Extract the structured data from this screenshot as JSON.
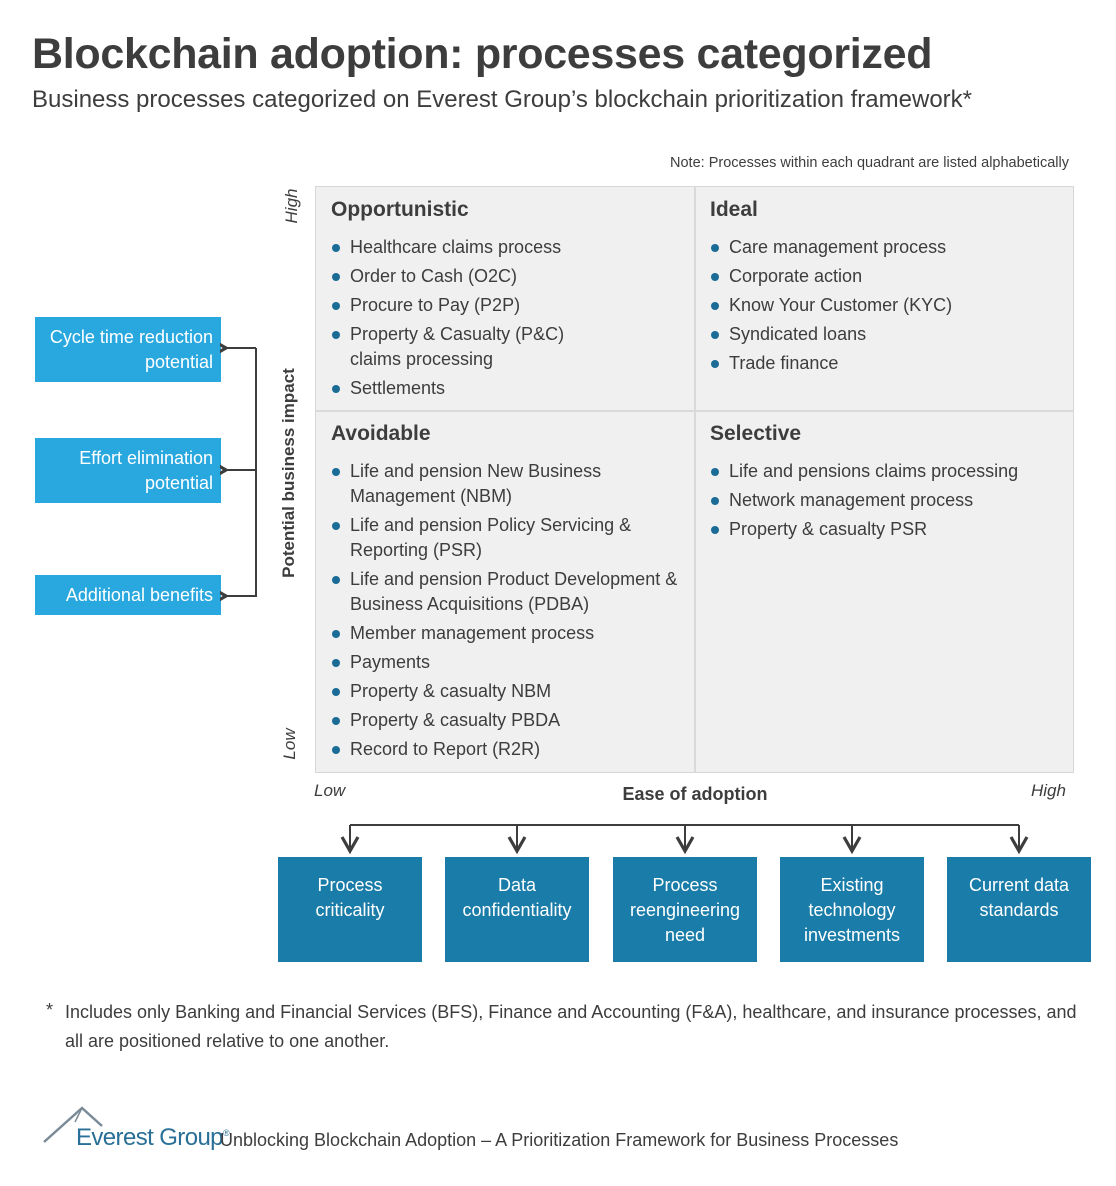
{
  "title": "Blockchain adoption: processes categorized",
  "subtitle": "Business processes categorized on Everest Group’s blockchain prioritization framework*",
  "note": "Note: Processes within each quadrant are listed alphabetically",
  "y_axis": {
    "label": "Potential business impact",
    "high": "High",
    "low": "Low"
  },
  "x_axis": {
    "label": "Ease of adoption",
    "low": "Low",
    "high": "High"
  },
  "quadrants": {
    "opportunistic": {
      "title": "Opportunistic",
      "items": [
        "Healthcare claims process",
        "Order to Cash (O2C)",
        "Procure to Pay (P2P)",
        "Property & Casualty (P&C) claims processing",
        "Settlements"
      ]
    },
    "ideal": {
      "title": "Ideal",
      "items": [
        "Care management process",
        "Corporate action",
        "Know Your Customer (KYC)",
        "Syndicated loans",
        "Trade finance"
      ]
    },
    "avoidable": {
      "title": "Avoidable",
      "items": [
        "Life and pension New Business Management (NBM)",
        "Life and pension Policy Servicing & Reporting (PSR)",
        "Life and pension Product Development & Business Acquisitions (PDBA)",
        "Member management process",
        "Payments",
        "Property & casualty NBM",
        "Property & casualty PBDA",
        "Record to Report (R2R)"
      ]
    },
    "selective": {
      "title": "Selective",
      "items": [
        "Life and pensions claims processing",
        "Network management process",
        "Property & casualty PSR"
      ]
    }
  },
  "impact_factors": [
    "Cycle time reduction potential",
    "Effort elimination potential",
    "Additional benefits"
  ],
  "ease_factors": [
    "Process criticality",
    "Data confidentiality",
    "Process reengineering need",
    "Existing technology investments",
    "Current data standards"
  ],
  "footnote_marker": "*",
  "footnote": "Includes only Banking and Financial Services (BFS), Finance and Accounting (F&A), healthcare, and insurance processes, and all are positioned relative to one another.",
  "brand": {
    "name": "Everest Group",
    "mark": "®"
  },
  "report_title": "Unblocking Blockchain Adoption – A Prioritization Framework for Business Processes",
  "colors": {
    "light_blue": "#29a8df",
    "dark_blue": "#1a7ca8",
    "bullet": "#1a6c96",
    "matrix_bg": "#f0f0f0"
  }
}
